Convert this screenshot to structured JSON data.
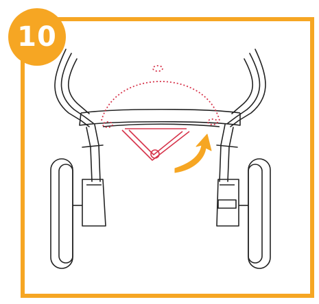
{
  "step": {
    "number": "10"
  },
  "colors": {
    "accent": "#f6a623",
    "line": "#222222",
    "highlight": "#d6334a",
    "arrow": "#f6a623"
  },
  "illustration": {
    "subject": "stroller-folding-step",
    "icons": [
      "fold-arc-dotted",
      "rotate-arrow",
      "v-strap",
      "pivot-marker"
    ]
  }
}
